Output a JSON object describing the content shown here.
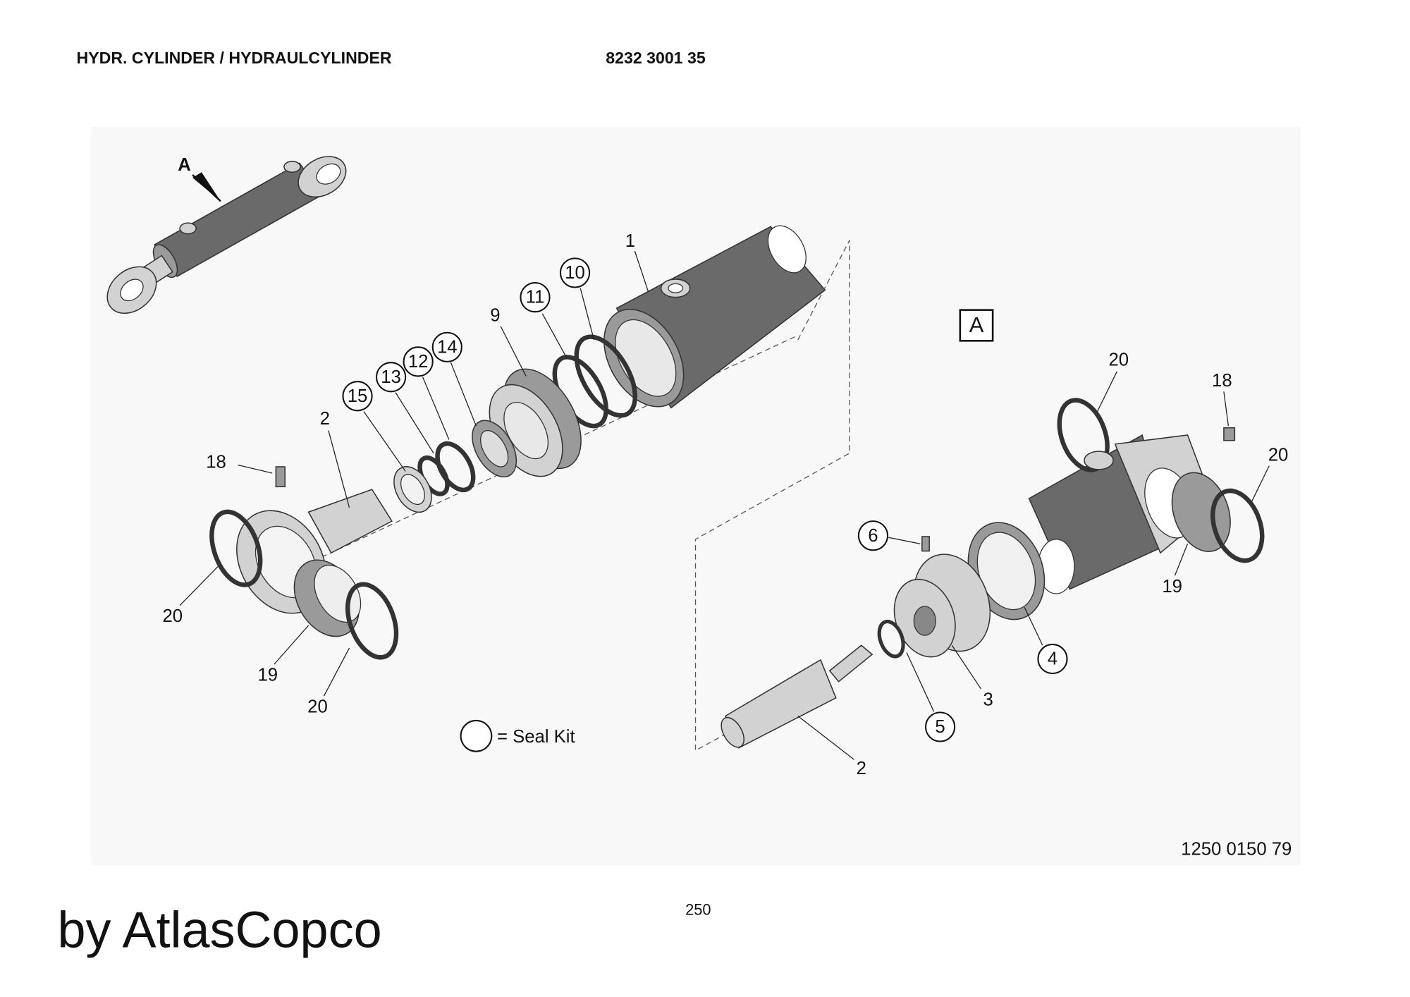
{
  "header": {
    "title": "HYDR. CYLINDER / HYDRAULCYLINDER",
    "part_number": "8232 3001 35"
  },
  "diagram": {
    "view_marker": "A",
    "detail_box": "A",
    "callouts_left": {
      "c1": "1",
      "c10": "10",
      "c11": "11",
      "c9": "9",
      "c14": "14",
      "c12": "12",
      "c13": "13",
      "c15": "15",
      "c2": "2",
      "c18": "18",
      "c20a": "20",
      "c19": "19",
      "c20b": "20"
    },
    "callouts_right": {
      "c20a": "20",
      "c18": "18",
      "c20b": "20",
      "c19": "19",
      "c6": "6",
      "c4": "4",
      "c3": "3",
      "c5": "5",
      "c2": "2"
    },
    "legend": {
      "text": "= Seal Kit"
    },
    "drawing_number": "1250 0150 79"
  },
  "footer": {
    "page_number": "250",
    "watermark": "by AtlasCopco"
  }
}
